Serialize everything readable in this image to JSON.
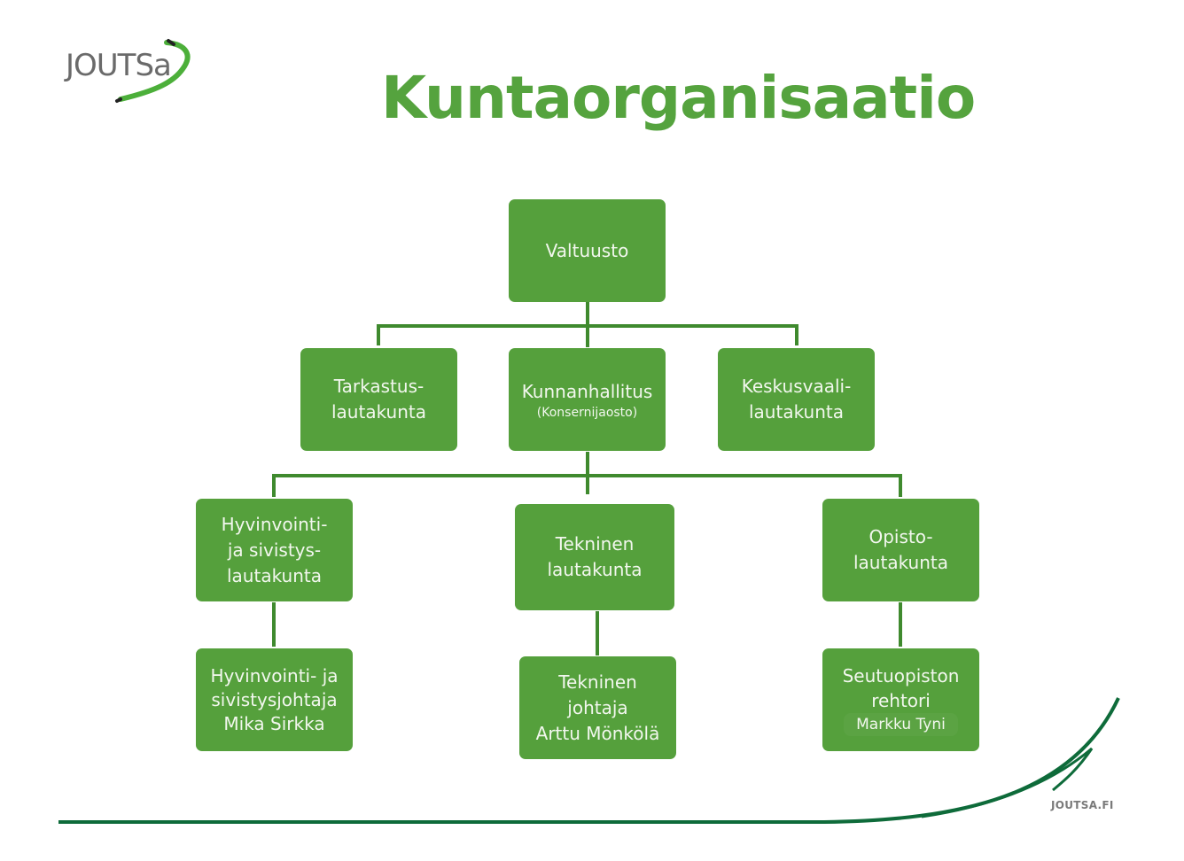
{
  "header": {
    "logo_text": "JOUTSa",
    "title": "Kuntaorganisaatio"
  },
  "org_chart": {
    "root": {
      "id": "valtuusto",
      "lines": [
        "Valtuusto"
      ]
    },
    "level2": [
      {
        "id": "tarkastuslautakunta",
        "lines": [
          "Tarkastus-",
          "lautakunta"
        ]
      },
      {
        "id": "kunnanhallitus",
        "lines": [
          "Kunnanhallitus"
        ],
        "sub": "(Konsernijaosto)"
      },
      {
        "id": "keskusvaalilautakunta",
        "lines": [
          "Keskusvaali-",
          "lautakunta"
        ]
      }
    ],
    "level3": [
      {
        "id": "hyvinvointi-lautakunta",
        "lines": [
          "Hyvinvointi-",
          "ja sivistys-",
          "lautakunta"
        ]
      },
      {
        "id": "tekninen-lautakunta",
        "lines": [
          "Tekninen",
          "lautakunta"
        ]
      },
      {
        "id": "opistolautakunta",
        "lines": [
          "Opisto-",
          "lautakunta"
        ]
      }
    ],
    "level4": [
      {
        "id": "hyvinvointi-johtaja",
        "lines": [
          "Hyvinvointi- ja",
          "sivistysjohtaja",
          "Mika Sirkka"
        ]
      },
      {
        "id": "tekninen-johtaja",
        "lines": [
          "Tekninen",
          "johtaja",
          "Arttu Mönkölä"
        ]
      },
      {
        "id": "seutuopiston-rehtori",
        "lines": [
          "Seutuopiston",
          "rehtori"
        ],
        "name": "Markku Tyni"
      }
    ]
  },
  "footer": {
    "brand": "JOUTSA.FI"
  },
  "colors": {
    "node_fill": "#55a03c",
    "connector": "#3f8a2e",
    "title": "#55a33e",
    "swoosh": "#0e6b3a",
    "logo_green": "#4caf3a"
  }
}
